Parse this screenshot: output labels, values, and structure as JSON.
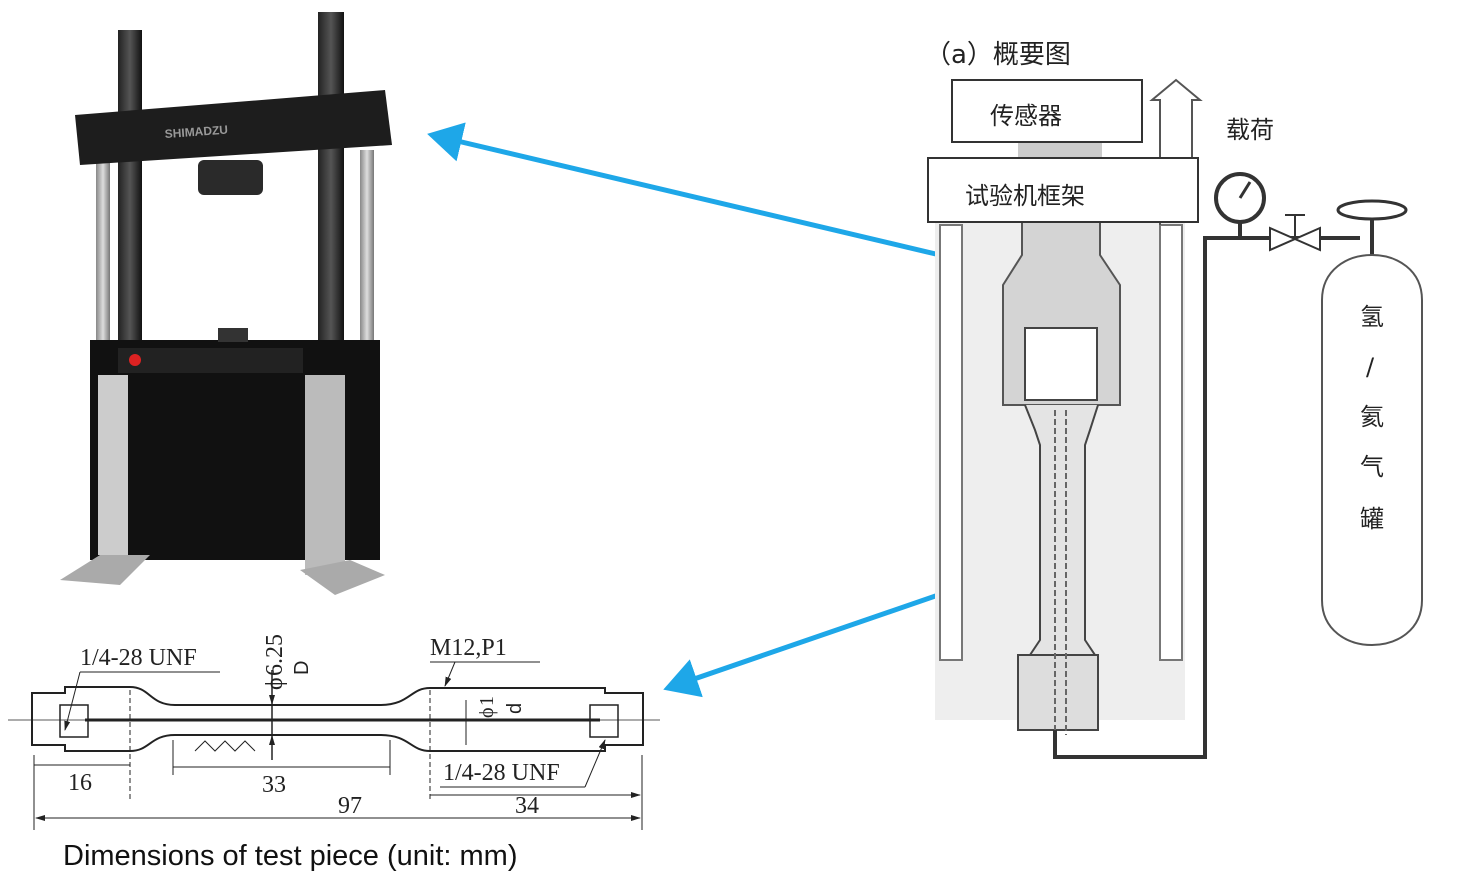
{
  "machine": {
    "brand": "SHIMADZU"
  },
  "schematic": {
    "title": "（a）概要图",
    "sensor_label": "传感器",
    "load_label": "载荷",
    "frame_label": "试验机框架",
    "tank_label_chars": [
      "氢",
      "/",
      "氦",
      "气",
      "罐"
    ]
  },
  "specimen": {
    "caption": "Dimensions of test piece (unit: mm)",
    "thread_left": "1/4-28 UNF",
    "thread_right": "1/4-28 UNF",
    "outer_thread": "M12,P1",
    "diameter_D": "6.25",
    "diameter_D_symbol": "D",
    "diameter_d": "1",
    "diameter_d_symbol": "d",
    "phi": "ϕ",
    "dim_16": "16",
    "dim_33": "33",
    "dim_97": "97",
    "dim_34": "34"
  },
  "colors": {
    "arrow": "#1ea7e8"
  }
}
